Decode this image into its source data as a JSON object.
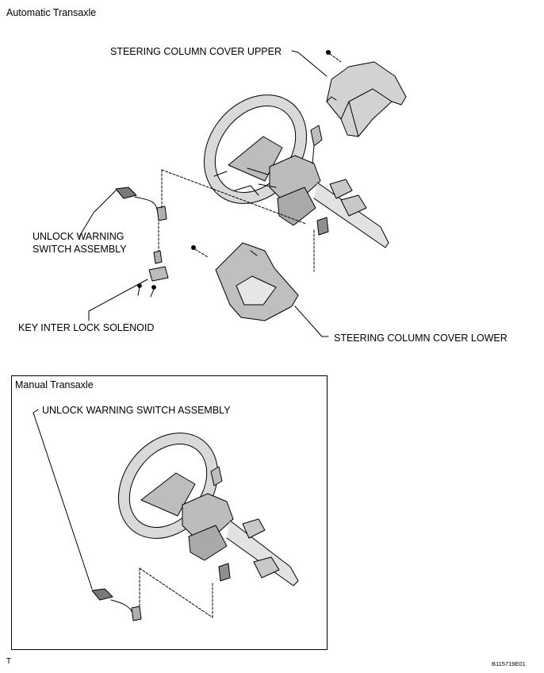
{
  "sections": {
    "automatic": {
      "title": "Automatic Transaxle"
    },
    "manual": {
      "title": "Manual Transaxle"
    }
  },
  "labels": {
    "cover_upper": "STEERING COLUMN COVER UPPER",
    "unlock_switch_line1": "UNLOCK WARNING",
    "unlock_switch_line2": "SWITCH ASSEMBLY",
    "key_interlock": "KEY INTER LOCK SOLENOID",
    "cover_lower": "STEERING COLUMN COVER LOWER",
    "unlock_switch_manual": "UNLOCK WARNING SWITCH ASSEMBLY"
  },
  "footer": {
    "left_mark": "T",
    "figure_ref": "B115719E01"
  },
  "colors": {
    "ink": "#000000",
    "shade": "#9a9a9a",
    "light_shade": "#cfcfcf"
  }
}
